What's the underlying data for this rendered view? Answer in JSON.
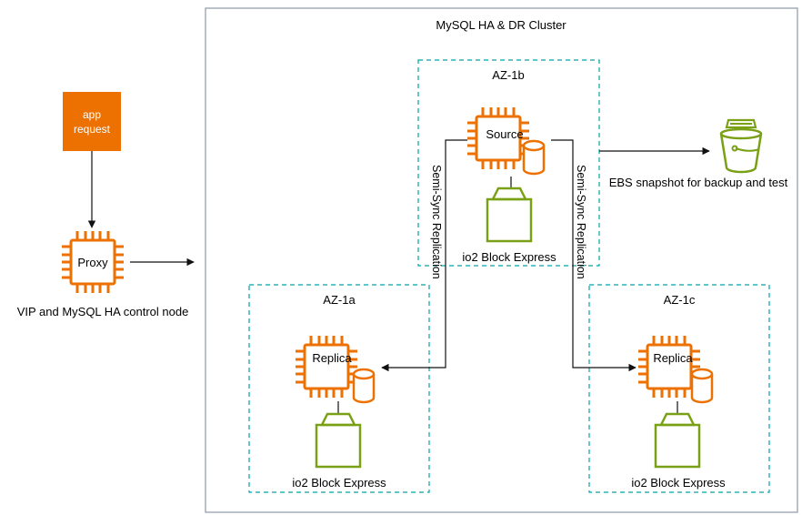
{
  "cluster": {
    "title": "MySQL HA & DR Cluster"
  },
  "app_request": {
    "line1": "app",
    "line2": "request"
  },
  "proxy": {
    "label": "Proxy",
    "caption": "VIP and MySQL HA control node"
  },
  "zones": {
    "az_1b": {
      "label": "AZ-1b",
      "node_label": "Source",
      "volume_label": "io2 Block Express"
    },
    "az_1a": {
      "label": "AZ-1a",
      "node_label": "Replica",
      "volume_label": "io2 Block Express"
    },
    "az_1c": {
      "label": "AZ-1c",
      "node_label": "Replica",
      "volume_label": "io2 Block Express"
    }
  },
  "replication": {
    "left_label": "Semi-Sync Replication",
    "right_label": "Semi-Sync Replication"
  },
  "snapshot": {
    "label": "EBS snapshot for backup and test"
  },
  "colors": {
    "orange": "#ED7100",
    "green": "#7AA116",
    "teal": "#00A4A6",
    "border": "#8C98A4",
    "line": "#111111"
  }
}
